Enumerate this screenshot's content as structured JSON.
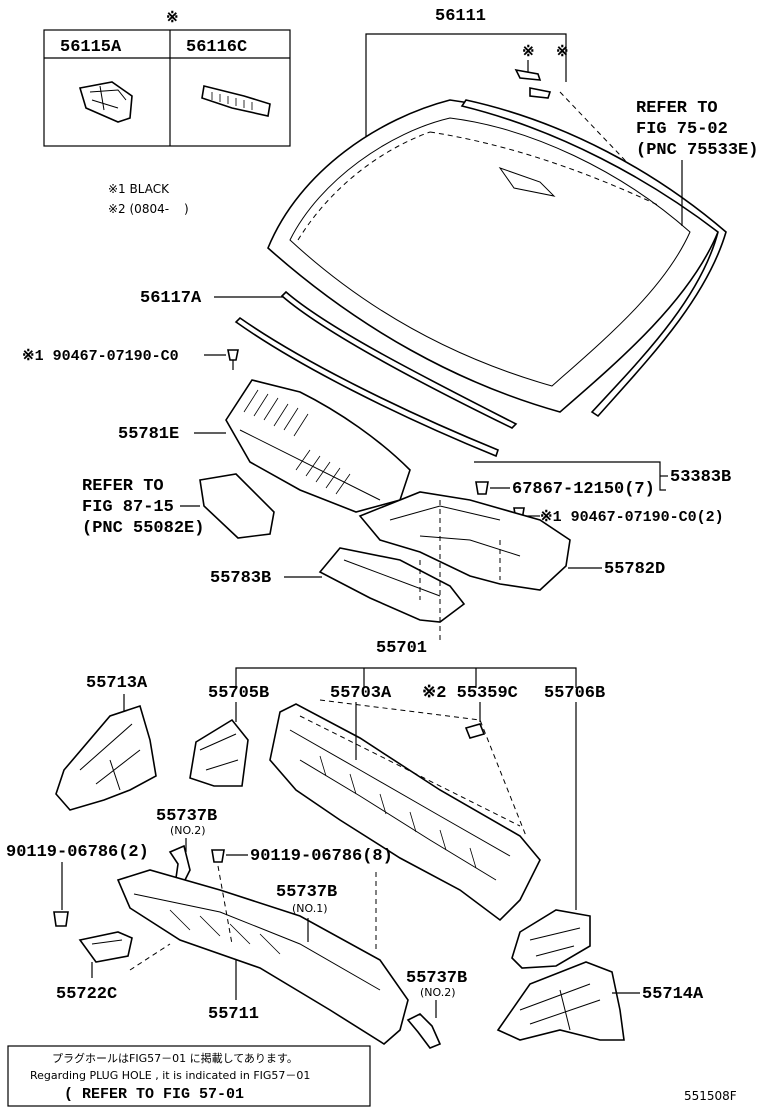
{
  "labels": {
    "kome_top": "※",
    "p56111": "56111",
    "k1": "※",
    "k2": "※",
    "tbl_a": "56115A",
    "tbl_c": "56116C",
    "note1": "※1 BLACK",
    "note2": "※2 (0804-",
    "note2_close": ")",
    "refer1_a": "REFER TO",
    "refer1_b": "FIG 75-02",
    "refer1_c": "(PNC 75533E)",
    "p56117A": "56117A",
    "p90467a": "※1 90467-07190-C0",
    "p55781E": "55781E",
    "refer2_a": "REFER TO",
    "refer2_b": "FIG 87-15",
    "refer2_c": "(PNC 55082E)",
    "p53383B": "53383B",
    "p67867": "67867-12150(7)",
    "p90467b": "※1 90467-07190-C0(2)",
    "p55783B": "55783B",
    "p55782D": "55782D",
    "p55701": "55701",
    "p55713A": "55713A",
    "p55705B": "55705B",
    "p55703A": "55703A",
    "p55359C": "※2 55359C",
    "p55706B": "55706B",
    "p55737B_1": "55737B",
    "no2_a": "(NO.2)",
    "p90119a": "90119-06786(2)",
    "p90119b": "90119-06786(8)",
    "p55737B_2": "55737B",
    "no1": "(NO.1)",
    "p55737B_3": "55737B",
    "no2_b": "(NO.2)",
    "p55722C": "55722C",
    "p55711": "55711",
    "p55714A": "55714A",
    "footer_jp": "プラグホールはFIG57－01 に掲載してあります。",
    "footer_en": "Regarding PLUG HOLE , it is indicated in FIG57－01",
    "footer_ref": "( REFER TO FIG 57-01",
    "diagram_code": "551508F"
  }
}
